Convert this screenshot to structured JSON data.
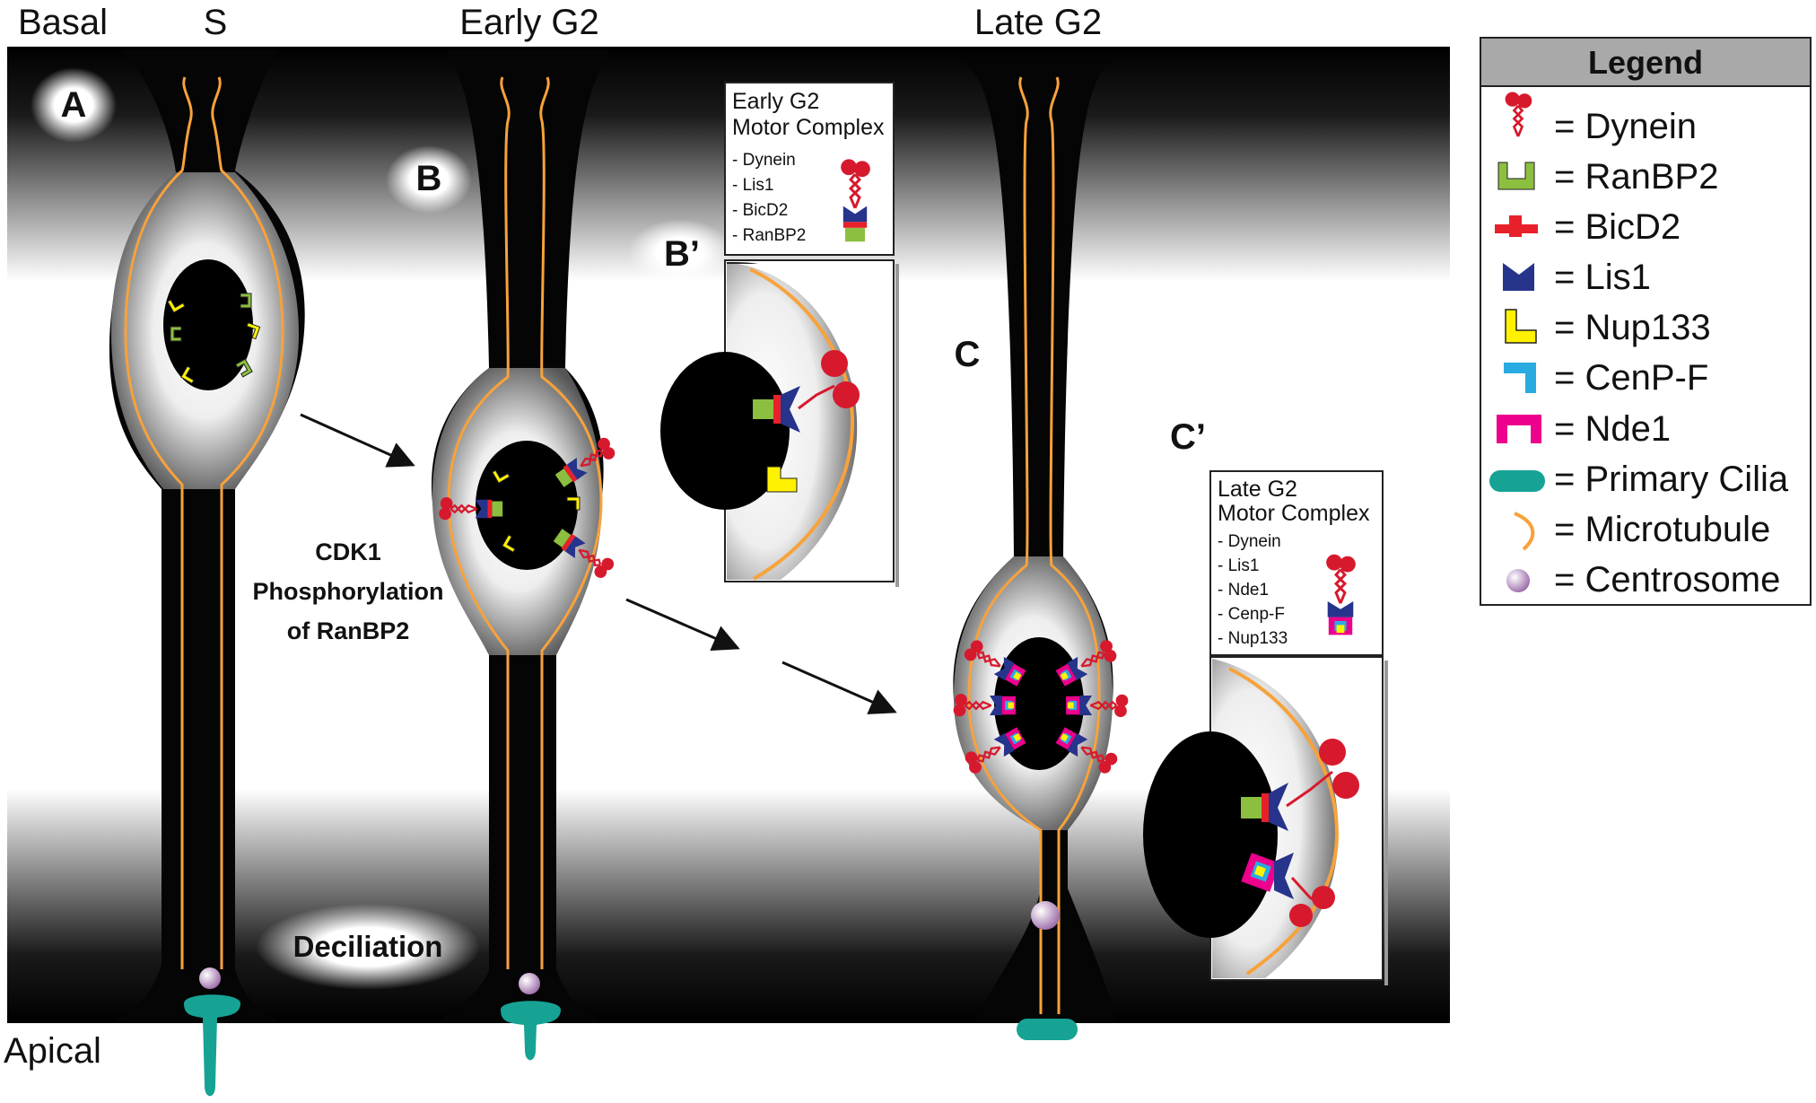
{
  "axis": {
    "top": "Basal",
    "bottom": "Apical"
  },
  "phases": [
    "S",
    "Early G2",
    "Late G2"
  ],
  "panels": {
    "A": "A",
    "B": "B",
    "B_prime": "B’",
    "C": "C",
    "C_prime": "C’"
  },
  "annotations": {
    "cdk1": [
      "CDK1",
      "Phosphorylation",
      "of RanBP2"
    ],
    "deciliation": "Deciliation"
  },
  "inset_early": {
    "title": [
      "Early G2",
      "Motor Complex"
    ],
    "items": [
      "- Dynein",
      "- Lis1",
      "- BicD2",
      "- RanBP2"
    ]
  },
  "inset_late": {
    "title": [
      "Late G2",
      "Motor Complex"
    ],
    "items": [
      "- Dynein",
      "- Lis1",
      "- Nde1",
      "- Cenp-F",
      "- Nup133"
    ]
  },
  "legend": {
    "title": "Legend",
    "items": [
      {
        "label": "= Dynein",
        "icon": "dynein-icon",
        "color": "#d7192d"
      },
      {
        "label": "= RanBP2",
        "icon": "ranbp2-icon",
        "color": "#8cbf3f"
      },
      {
        "label": "= BicD2",
        "icon": "bicd2-icon",
        "color": "#e8202a"
      },
      {
        "label": "= Lis1",
        "icon": "lis1-icon",
        "color": "#27348b"
      },
      {
        "label": "= Nup133",
        "icon": "nup133-icon",
        "color": "#fff200"
      },
      {
        "label": "= CenP-F",
        "icon": "cenpf-icon",
        "color": "#29abe2"
      },
      {
        "label": "= Nde1",
        "icon": "nde1-icon",
        "color": "#ec008c"
      },
      {
        "label": "= Primary Cilia",
        "icon": "primary-cilia-icon",
        "color": "#16a394"
      },
      {
        "label": "= Microtubule",
        "icon": "microtubule-icon",
        "color": "#f7a23b"
      },
      {
        "label": "= Centrosome",
        "icon": "centrosome-icon",
        "color": "#b48ac4"
      }
    ]
  }
}
